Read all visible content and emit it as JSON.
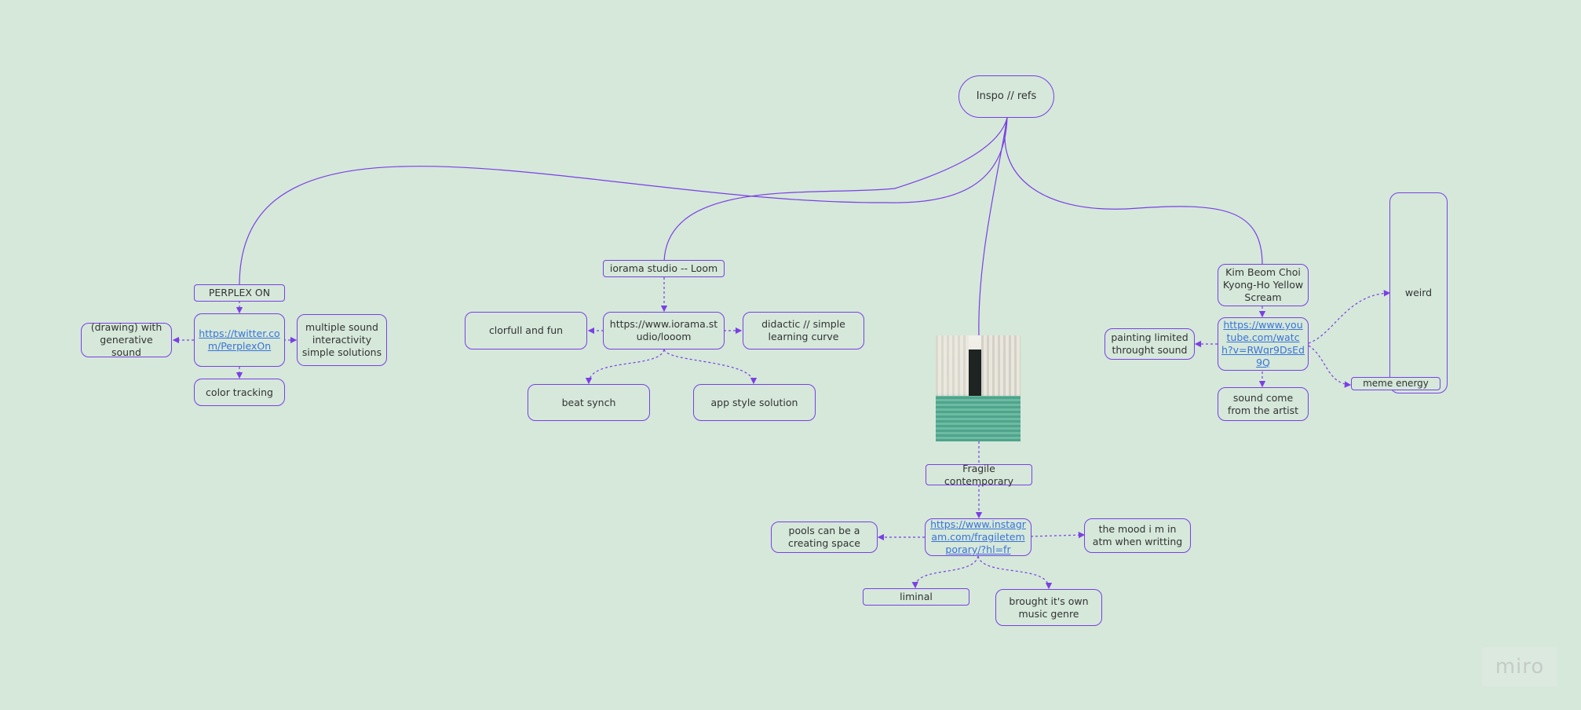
{
  "colors": {
    "background": "#d5e8da",
    "accent": "#7b3fe4",
    "link": "#3b73d9"
  },
  "board": {
    "central": {
      "label": "Inspo // refs"
    },
    "perplex": {
      "title": "PERPLEX ON",
      "link": "https://twitter.com/PerplexOn",
      "left": "(drawing) with generative sound",
      "right": "multiple sound interactivity simple solutions",
      "below": "color tracking"
    },
    "iorama": {
      "title": "iorama studio -- Loom",
      "link": "https://www.iorama.studio/looom",
      "left": "clorfull and fun",
      "right": "didactic // simple learning curve",
      "below_left": "beat synch",
      "below_right": "app style solution"
    },
    "fragile": {
      "image": "pool-corridor-photo",
      "title": "Fragile contemporary",
      "link": "https://www.instagram.com/fragiletemporary/?hl=fr",
      "left": "pools can be a creating space",
      "right": "the mood i m in atm when writting",
      "below_left": "liminal",
      "below_right": "brought it's own music genre"
    },
    "kim": {
      "title": "Kim Beom Choi Kyong-Ho Yellow Scream",
      "link": "https://www.youtube.com/watch?v=RWqr9DsEd9Q",
      "left": "painting limited throught sound",
      "below": "sound come from the artist",
      "weird": "weird",
      "meme": "meme energy"
    }
  },
  "watermark": "miro"
}
